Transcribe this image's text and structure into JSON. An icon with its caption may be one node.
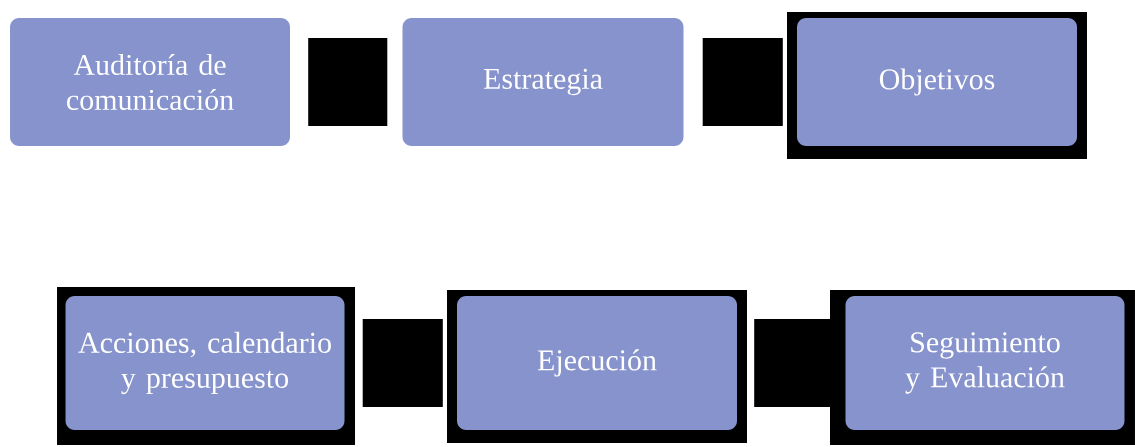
{
  "diagram": {
    "nodes": [
      {
        "text": [
          "Auditoría de comunicación"
        ]
      },
      {
        "text": [
          "Estrategia"
        ]
      },
      {
        "text": [
          "Objetivos"
        ]
      },
      {
        "text": [
          "Acciones, calendario y presupuesto"
        ]
      },
      {
        "text": [
          "Ejecución"
        ]
      },
      {
        "text": [
          "Seguimiento y Evaluación"
        ]
      }
    ],
    "edges": [
      {
        "from": 0,
        "to": 1,
        "arrow": "none"
      },
      {
        "from": 1,
        "to": 2,
        "arrow": "none"
      },
      {
        "from": 3,
        "to": 4,
        "arrow": "none"
      },
      {
        "from": 4,
        "to": 5,
        "arrow": "none"
      }
    ]
  }
}
